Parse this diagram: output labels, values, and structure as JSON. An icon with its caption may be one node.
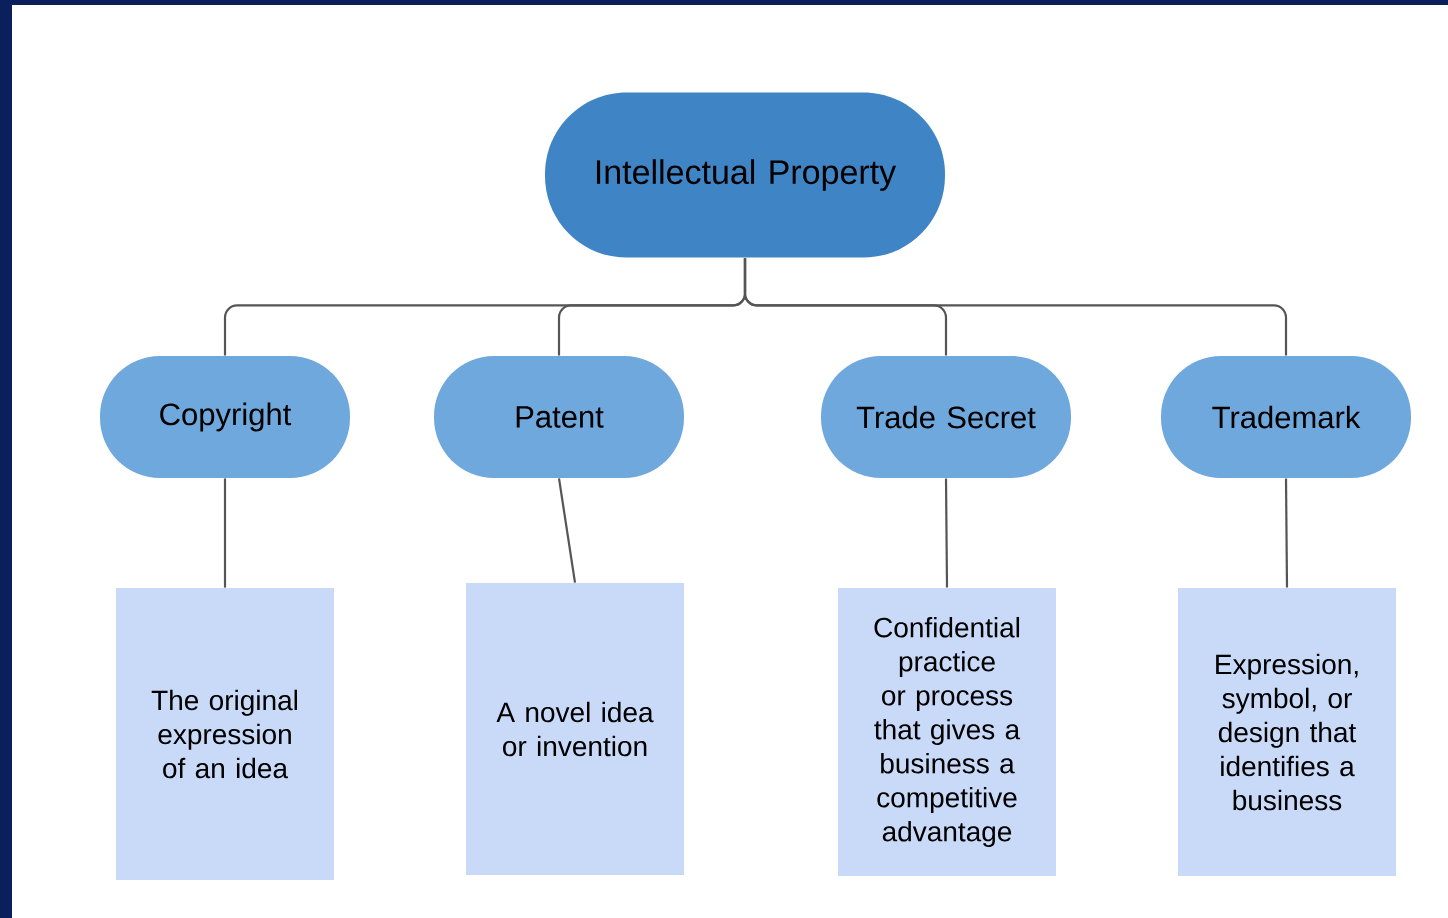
{
  "diagram": {
    "nodes": [
      {
        "text": [
          "Intellectual Property"
        ]
      },
      {
        "text": [
          "Copyright"
        ]
      },
      {
        "text": [
          "Patent"
        ]
      },
      {
        "text": [
          "Trade Secret"
        ]
      },
      {
        "text": [
          "Trademark"
        ]
      },
      {
        "text": [
          "The original expression of an idea"
        ]
      },
      {
        "text": [
          "A novel idea or invention"
        ]
      },
      {
        "text": [
          "Confidential practice or process that gives a business a competitive advantage"
        ]
      },
      {
        "text": [
          "Expression, symbol, or design that identifies a business"
        ]
      }
    ],
    "edges": [
      {
        "from": 0,
        "to": 1,
        "arrow": "none"
      },
      {
        "from": 0,
        "to": 2,
        "arrow": "none"
      },
      {
        "from": 0,
        "to": 3,
        "arrow": "none"
      },
      {
        "from": 0,
        "to": 4,
        "arrow": "none"
      },
      {
        "from": 1,
        "to": 5,
        "arrow": "none"
      },
      {
        "from": 2,
        "to": 6,
        "arrow": "none"
      },
      {
        "from": 3,
        "to": 7,
        "arrow": "none"
      },
      {
        "from": 4,
        "to": 8,
        "arrow": "none"
      }
    ]
  }
}
